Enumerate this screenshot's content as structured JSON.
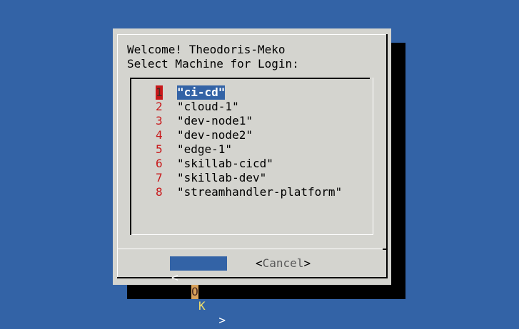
{
  "dialog": {
    "greeting": "Welcome! Theodoris-Meko",
    "prompt": "Select Machine for Login:"
  },
  "menu": {
    "selected_index": 0,
    "items": [
      {
        "num": "1",
        "label": "\"ci-cd\""
      },
      {
        "num": "2",
        "label": "\"cloud-1\""
      },
      {
        "num": "3",
        "label": "\"dev-node1\""
      },
      {
        "num": "4",
        "label": "\"dev-node2\""
      },
      {
        "num": "5",
        "label": "\"edge-1\""
      },
      {
        "num": "6",
        "label": "\"skillab-cicd\""
      },
      {
        "num": "7",
        "label": "\"skillab-dev\""
      },
      {
        "num": "8",
        "label": "\"streamhandler-platform\""
      }
    ]
  },
  "buttons": {
    "ok": {
      "left": "<",
      "hotkey": "O",
      "rest": "K",
      "right": ">"
    },
    "cancel": {
      "open": "<",
      "label": "Cancel",
      "close": ">"
    }
  },
  "colors": {
    "desktop": "#3363a6",
    "dialog": "#d4d4cf",
    "highlight": "#3363a6",
    "tag": "#c8181a",
    "hotkey": "#d9a25a"
  }
}
